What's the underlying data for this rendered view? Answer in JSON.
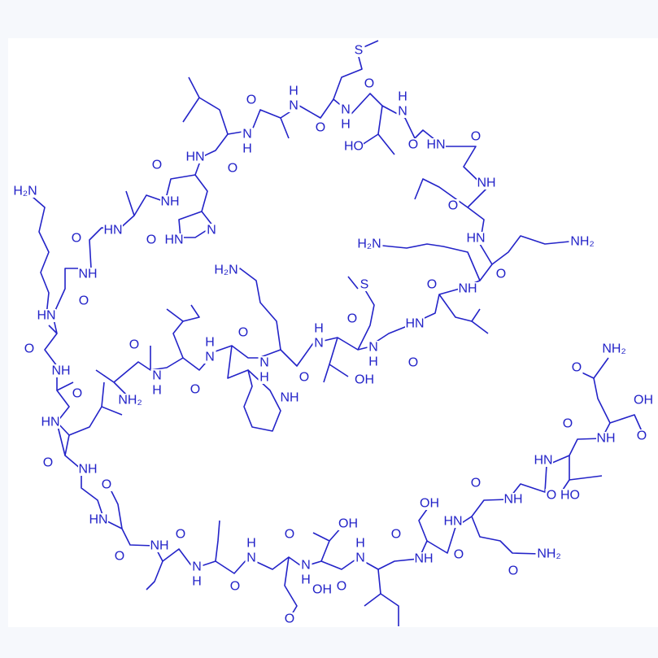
{
  "colors": {
    "structure": "#2323c8",
    "background": "#ffffff",
    "page": "#f6f8fc"
  },
  "molecule": {
    "atom_labels": [
      {
        "text": "S"
      },
      {
        "text": "O"
      },
      {
        "text": "H"
      },
      {
        "text": "N"
      },
      {
        "text": "O"
      },
      {
        "text": "O"
      },
      {
        "text": "N"
      },
      {
        "text": "H"
      },
      {
        "text": "H"
      },
      {
        "text": "N"
      },
      {
        "text": "N"
      },
      {
        "text": "H"
      },
      {
        "text": "HO"
      },
      {
        "text": "O"
      },
      {
        "text": "HN"
      },
      {
        "text": "O"
      },
      {
        "text": "HN"
      },
      {
        "text": "O"
      },
      {
        "text": "O"
      },
      {
        "text": "NH"
      },
      {
        "text": "H₂N"
      },
      {
        "text": "NH"
      },
      {
        "text": "O"
      },
      {
        "text": "HN"
      },
      {
        "text": "O"
      },
      {
        "text": "O"
      },
      {
        "text": "N"
      },
      {
        "text": "HN"
      },
      {
        "text": "H₂N"
      },
      {
        "text": "HN"
      },
      {
        "text": "NH₂"
      },
      {
        "text": "NH"
      },
      {
        "text": "H₂N"
      },
      {
        "text": "O"
      },
      {
        "text": "S"
      },
      {
        "text": "O"
      },
      {
        "text": "NH"
      },
      {
        "text": "O"
      },
      {
        "text": "HN"
      },
      {
        "text": "O"
      },
      {
        "text": "HN"
      },
      {
        "text": "O"
      },
      {
        "text": "NH"
      },
      {
        "text": "O"
      },
      {
        "text": "O"
      },
      {
        "text": "H"
      },
      {
        "text": "N"
      },
      {
        "text": "H"
      },
      {
        "text": "N"
      },
      {
        "text": "N"
      },
      {
        "text": "H"
      },
      {
        "text": "N"
      },
      {
        "text": "H"
      },
      {
        "text": "O"
      },
      {
        "text": "N"
      },
      {
        "text": "H"
      },
      {
        "text": "O"
      },
      {
        "text": "NH₂"
      },
      {
        "text": "O"
      },
      {
        "text": "OH"
      },
      {
        "text": "NH"
      },
      {
        "text": "O"
      },
      {
        "text": "HN"
      },
      {
        "text": "NH₂"
      },
      {
        "text": "O"
      },
      {
        "text": "OH"
      },
      {
        "text": "O"
      },
      {
        "text": "NH"
      },
      {
        "text": "O"
      },
      {
        "text": "O"
      },
      {
        "text": "NH"
      },
      {
        "text": "O"
      },
      {
        "text": "HN"
      },
      {
        "text": "O"
      },
      {
        "text": "NH"
      },
      {
        "text": "O"
      },
      {
        "text": "HO"
      },
      {
        "text": "OH"
      },
      {
        "text": "HN"
      },
      {
        "text": "OH"
      },
      {
        "text": "HN"
      },
      {
        "text": "O"
      },
      {
        "text": "NH"
      },
      {
        "text": "O"
      },
      {
        "text": "O"
      },
      {
        "text": "O"
      },
      {
        "text": "H"
      },
      {
        "text": "N"
      },
      {
        "text": "H"
      },
      {
        "text": "N"
      },
      {
        "text": "NH"
      },
      {
        "text": "O"
      },
      {
        "text": "NH₂"
      },
      {
        "text": "N"
      },
      {
        "text": "H"
      },
      {
        "text": "N"
      },
      {
        "text": "H"
      },
      {
        "text": "O"
      },
      {
        "text": "OH"
      },
      {
        "text": "O"
      },
      {
        "text": "O"
      },
      {
        "text": "O"
      }
    ]
  }
}
